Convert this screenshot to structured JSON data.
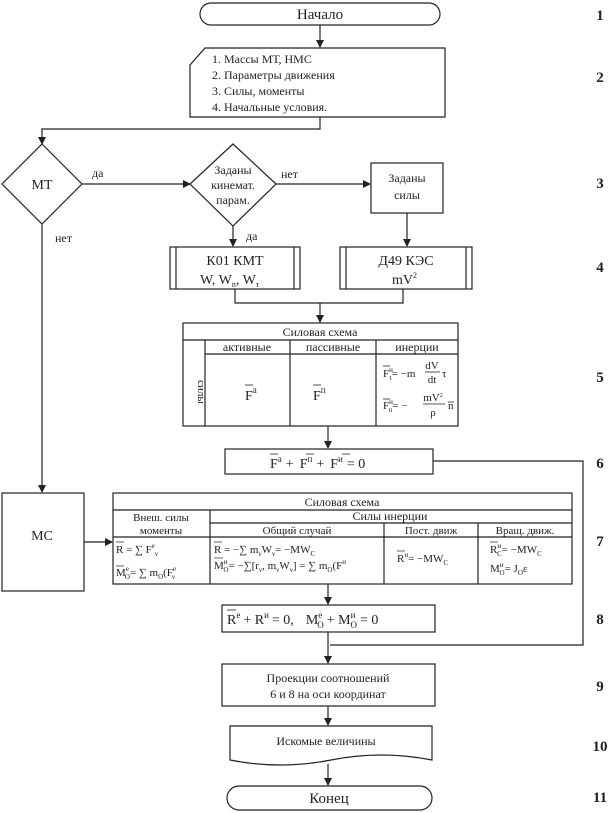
{
  "diagram": {
    "start": "Начало",
    "end": "Конец",
    "input_items": [
      "1. Массы МТ, НМС",
      "2. Параметры движения",
      "3. Силы, моменты",
      "4. Начальные условия."
    ],
    "decision_mt": "МТ",
    "decision_kin": [
      "Заданы",
      "кинемат.",
      "парам."
    ],
    "yes_label": "да",
    "no_label": "нет",
    "forces_given": [
      "Заданы",
      "силы"
    ],
    "k01": [
      "К01 КМТ",
      "W, W",
      "n",
      ", W",
      "τ"
    ],
    "d49": [
      "Д49 КЭС",
      "mV",
      "2"
    ],
    "force_scheme_1": {
      "title": "Силовая схема",
      "side_label": "силы",
      "columns": [
        "активные",
        "пассивные",
        "инерции"
      ],
      "active": "F",
      "active_sup": "a",
      "passive": "F",
      "passive_sup": "п",
      "inertia_tau": "F",
      "inertia_tau_sup": "и",
      "inertia_tau_sub": "τ",
      "inertia_tau_rhs": "= −m",
      "frac_dv": "dV",
      "frac_dt": "dt",
      "tau": "τ",
      "inertia_n": "F",
      "inertia_n_sup": "и",
      "inertia_n_sub": "n",
      "inertia_n_rhs": "= −",
      "frac_mv2": "mV",
      "frac_mv2_sup": "2",
      "frac_rho": "ρ",
      "n_vec": "n"
    },
    "eq6": {
      "f1": "F",
      "f1_sup": "а",
      "plus1": "+",
      "f2": "F",
      "f2_sup": "п",
      "plus2": "+",
      "f3": "F",
      "f3_sup": "и",
      "rhs": "= 0"
    },
    "ms_label": "МС",
    "force_scheme_2": {
      "title": "Силовая схема",
      "ext_header": [
        "Внеш. силы",
        "моменты"
      ],
      "inertia_header": "Силы инерции",
      "general_case": "Общий случай",
      "translational": "Пост. движ",
      "rotational": "Вращ. движ.",
      "ext_eq1": "R = ∑ F",
      "ext_eq2": "M",
      "ext_eq2b": "= ∑ m",
      "ext_eq2c": "(F",
      "gen_eq1": "R = −∑ m",
      "gen_eq1b": "W",
      "gen_eq1c": "= −MW",
      "gen_eq2": "M",
      "gen_eq2b": "= −∑[r",
      "gen_eq2c": ", m",
      "gen_eq2d": "W",
      "gen_eq2e": "] = ∑ m",
      "gen_eq2f": "(F",
      "trans_eq": "R",
      "trans_eq_b": "= −MW",
      "rot_eq1": "R",
      "rot_eq1b": "= −MW",
      "rot_eq2": "M",
      "rot_eq2b": "= J",
      "rot_eq2c": "ε",
      "sup_e": "е",
      "sup_i": "и",
      "sub_v": "ν",
      "sub_o": "O",
      "sub_c": "C"
    },
    "eq8": {
      "r": "R",
      "r_sup": "е",
      "plus": "+ R",
      "plus_sup": "и",
      "zero": "= 0,",
      "m": "M",
      "m_sup": "е",
      "m_sub": "O",
      "m_plus": "+ M",
      "m2_sup": "и",
      "m2_sub": "O",
      "m_zero": "= 0"
    },
    "projections": [
      "Проекции соотношений",
      "6 и 8 на оси координат"
    ],
    "result": "Искомые величины",
    "step_numbers": [
      "1",
      "2",
      "3",
      "4",
      "5",
      "6",
      "7",
      "8",
      "9",
      "10",
      "11"
    ]
  }
}
